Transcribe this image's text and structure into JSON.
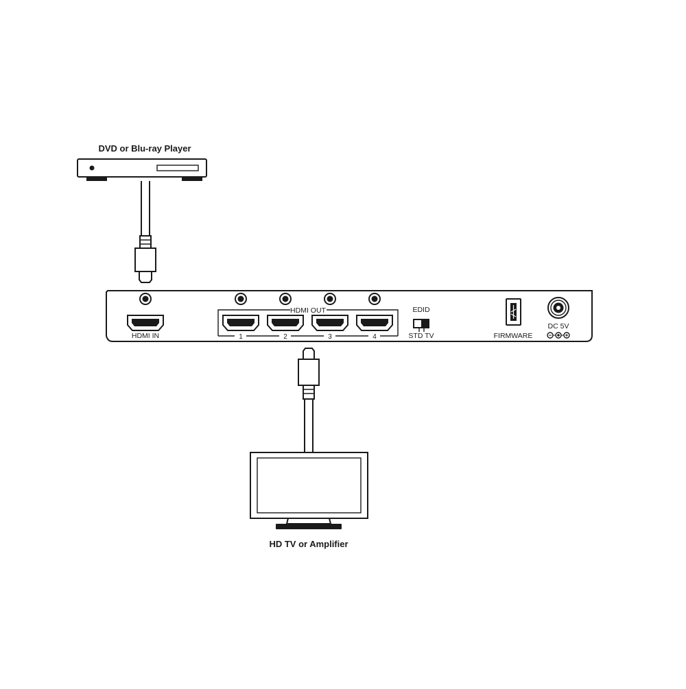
{
  "source_device": {
    "caption": "DVD or Blu-ray Player"
  },
  "sink_device": {
    "caption": "HD TV or Amplifier"
  },
  "splitter": {
    "hdmi_in_label": "HDMI IN",
    "hdmi_out_label": "HDMI OUT",
    "out_ports": [
      "1",
      "2",
      "3",
      "4"
    ],
    "edid_label": "EDID",
    "edid_switch_positions": "STD TV",
    "firmware_label": "FIRMWARE",
    "dc_label": "DC 5V"
  },
  "colors": {
    "line": "#1a1a1a",
    "background": "#ffffff"
  }
}
